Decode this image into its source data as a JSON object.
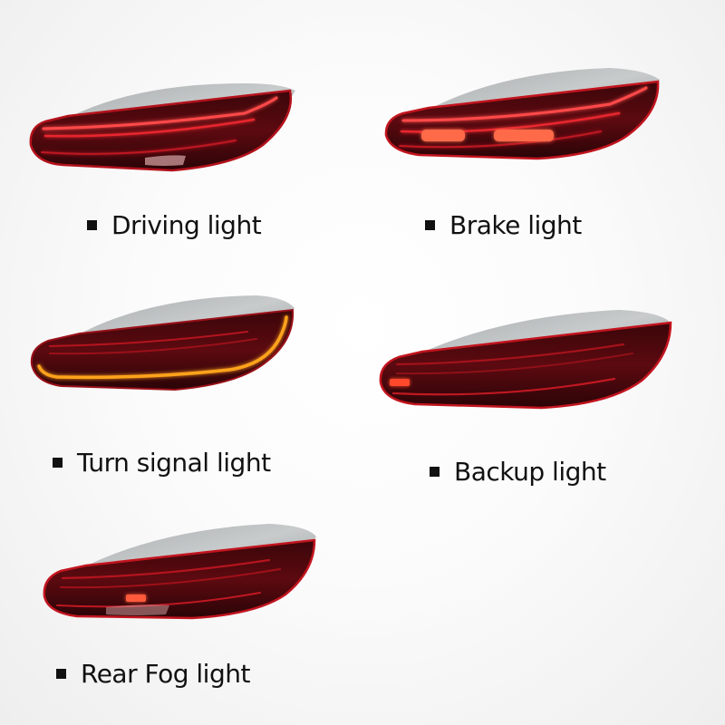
{
  "colors": {
    "background": "#f4f4f4",
    "housing_red": "#8a0d16",
    "housing_dark": "#2a0508",
    "silver": "#b9bcbd",
    "lit_red": "#ff3b3b",
    "amber": "#ffa31a",
    "text": "#111111"
  },
  "panels": [
    {
      "id": "driving",
      "label": "Driving light",
      "state": "driving"
    },
    {
      "id": "brake",
      "label": "Brake light",
      "state": "brake"
    },
    {
      "id": "turn",
      "label": "Turn signal light",
      "state": "turn"
    },
    {
      "id": "backup",
      "label": "Backup light",
      "state": "backup"
    },
    {
      "id": "fog",
      "label": "Rear Fog light",
      "state": "fog"
    }
  ]
}
